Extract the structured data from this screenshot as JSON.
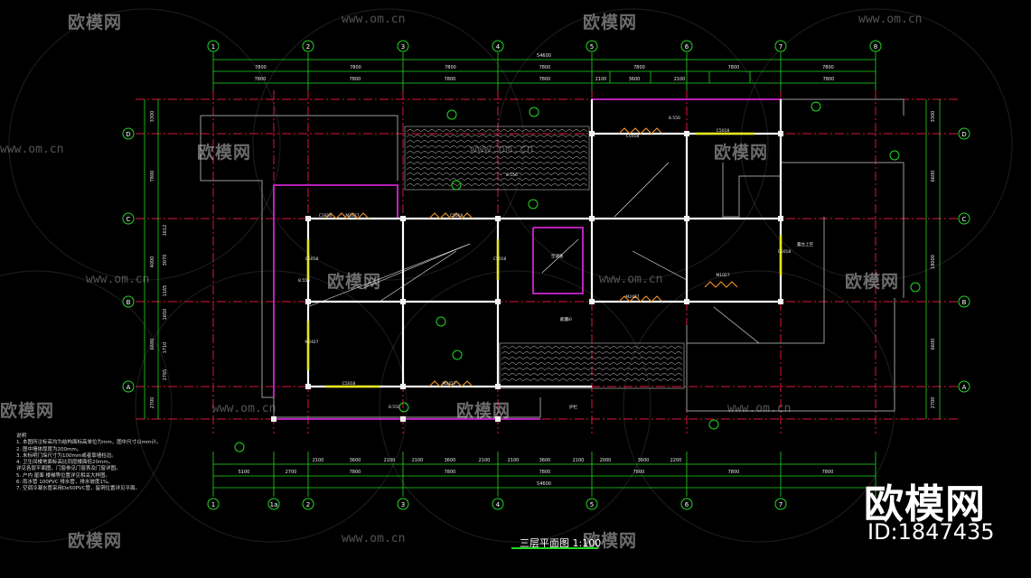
{
  "drawing": {
    "title": "三层平面图 1:100",
    "columns_top": [
      "1",
      "2",
      "3",
      "4",
      "5",
      "6",
      "7",
      "8"
    ],
    "columns_bottom": [
      "1",
      "1a",
      "2",
      "3",
      "4",
      "5",
      "6",
      "7"
    ],
    "rows": [
      "D",
      "C",
      "B",
      "A"
    ],
    "top_dims_total": "54600",
    "top_dims_1": [
      "7800",
      "7800",
      "7800",
      "7800",
      "7800",
      "7800",
      "7800"
    ],
    "top_dims_2": [
      "7800",
      "7800",
      "7800",
      "7800",
      "2100",
      "3600",
      "2100",
      "7800"
    ],
    "bottom_dims_1": [
      "2100",
      "3600",
      "2100",
      "2100",
      "3600",
      "2100",
      "2100",
      "3600",
      "2100",
      "2000",
      "3600",
      "2200"
    ],
    "bottom_dims_2": [
      "5100",
      "2700",
      "7800",
      "7800",
      "7800",
      "7800",
      "7800",
      "7800"
    ],
    "bottom_dims_total": "54600",
    "side_dims_left": [
      "3300",
      "7800",
      "4000",
      "6600",
      "2700"
    ],
    "side_dims_right": [
      "3300",
      "6600",
      "18000",
      "6600",
      "2700"
    ],
    "inner_left_dims": [
      "1612",
      "3070",
      "1165",
      "1650",
      "1710",
      "2765"
    ],
    "room_labels": [
      "C5018",
      "M2427",
      "C5018",
      "C5018",
      "M2427",
      "C5018",
      "M2427",
      "C5018",
      "C5018",
      "C5018",
      "M2427",
      "C1816",
      "M1027"
    ],
    "level_marks": [
      "8.550",
      "8.550",
      "8.550",
      "8.550",
      "8.550"
    ],
    "other_labels": [
      "露台上空",
      "空调板",
      "走道",
      "护栏"
    ],
    "notes_heading": "说明",
    "notes": [
      "1. 本图所注标高均为结构面标高单位为mm，图中尺寸以mm计。",
      "2. 图中墙体厚度为200mm。",
      "3. 未标明门垛尺寸为100mm或者靠墙柱边。",
      "4. 卫生间楼地面标高比同层楼面低20mm。",
      "   详见各层平面图，门窗参见门窗表及门窗详图。",
      "5. 户内 屋面 楼梯等位置详见相关大样图。",
      "6. 雨水管 100PVC 排水管，排水坡度1%。",
      "7. 空调冷凝水管采用De50PVC管，留洞位置详见平面。"
    ],
    "watermark_cn": "欧模网",
    "watermark_url": "www.om.cn",
    "brand": "欧模网",
    "brand_id": "ID:1847435"
  },
  "colors": {
    "background": "#000000",
    "axis_red": "#e0143c",
    "wall": "#ffffff",
    "window": "#e6e61e",
    "dim_green": "#20d820",
    "partition_magenta": "#d025d0",
    "bubble_green": "#22d822"
  }
}
